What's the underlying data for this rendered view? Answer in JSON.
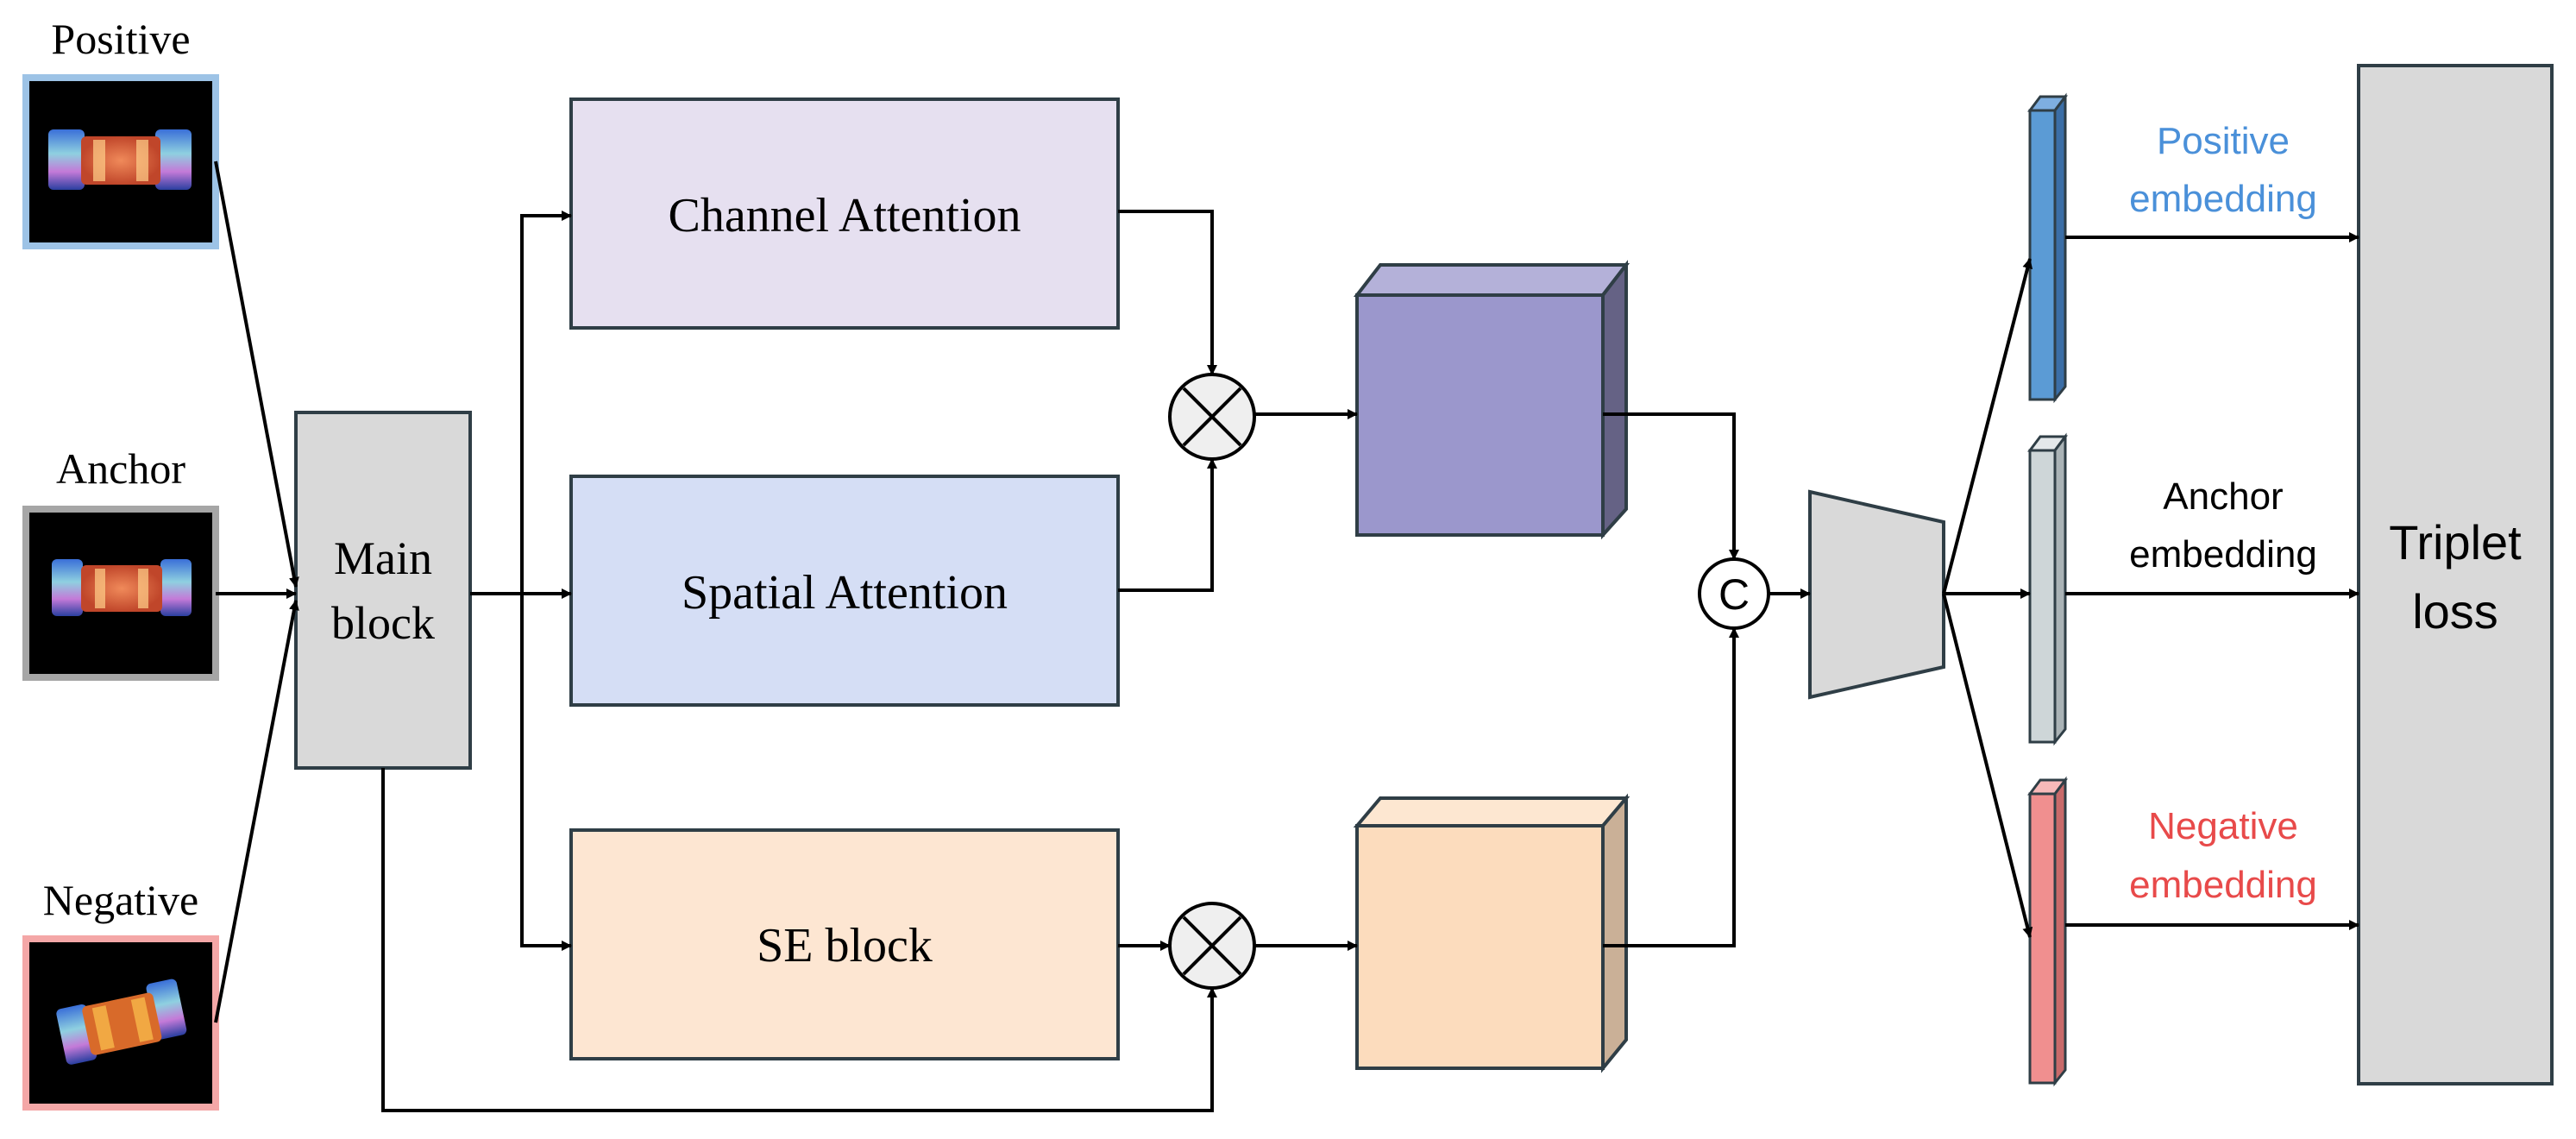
{
  "inputs": {
    "positive": {
      "label": "Positive",
      "color": "#9dc3e6"
    },
    "anchor": {
      "label": "Anchor",
      "color": "#a6a6a6"
    },
    "negative": {
      "label": "Negative",
      "color": "#f4a7a7"
    }
  },
  "main_block": {
    "line1": "Main",
    "line2": "block"
  },
  "modules": {
    "channel_attention": {
      "label": "Channel Attention",
      "color": "#e6e0f0"
    },
    "spatial_attention": {
      "label": "Spatial Attention",
      "color": "#d5def5"
    },
    "se_block": {
      "label": "SE block",
      "color": "#fde6d2"
    }
  },
  "operators": {
    "multiply_symbol": "×",
    "concat_symbol": "C"
  },
  "feature_maps": {
    "attention_features": {
      "color": "#9b97cc"
    },
    "se_features": {
      "color": "#fcdcbd"
    }
  },
  "embeddings": {
    "positive": {
      "line1": "Positive",
      "line2": "embedding",
      "color": "#4a90d9"
    },
    "anchor": {
      "line1": "Anchor",
      "line2": "embedding",
      "color": "#000000"
    },
    "negative": {
      "line1": "Negative",
      "line2": "embedding",
      "color": "#e84a4a"
    }
  },
  "loss": {
    "line1": "Triplet",
    "line2": "loss",
    "color": "#d9d9d9"
  },
  "stroke_color": "#2f3e46"
}
